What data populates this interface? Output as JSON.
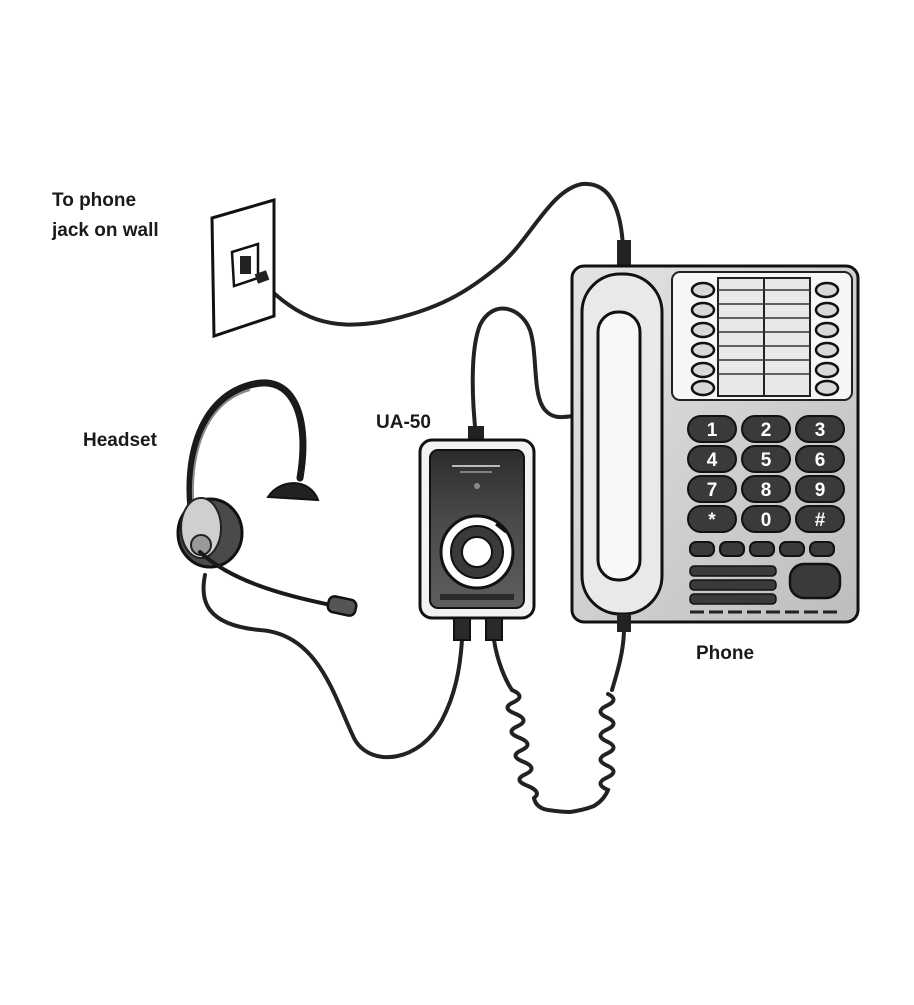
{
  "labels": {
    "wall_line1": "To phone",
    "wall_line2": "jack on wall",
    "headset": "Headset",
    "adapter": "UA-50",
    "phone": "Phone"
  },
  "keypad": [
    "1",
    "2",
    "3",
    "4",
    "5",
    "6",
    "7",
    "8",
    "9",
    "*",
    "0",
    "#"
  ],
  "colors": {
    "ink": "#1a1a1a",
    "body_gray": "#cfcfcf",
    "dark_gray": "#3a3a3a",
    "background": "#ffffff"
  }
}
